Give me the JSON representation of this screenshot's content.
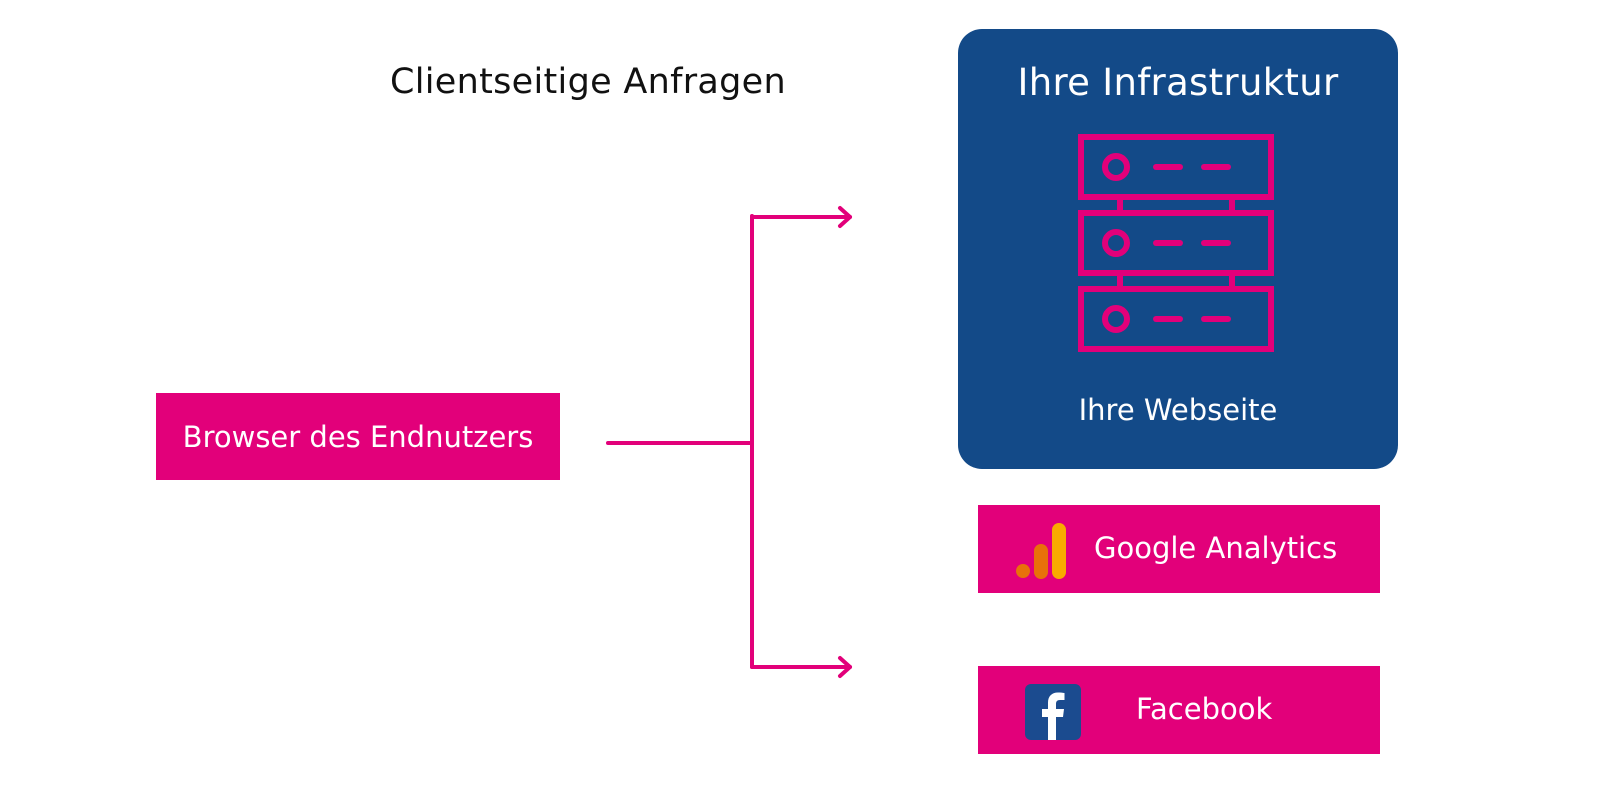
{
  "title": "Clientseitige Anfragen",
  "source": {
    "label": "Browser des Endnutzers"
  },
  "infrastructure": {
    "title": "Ihre Infrastruktur",
    "subtitle": "Ihre Webseite",
    "icon": "server-rack-icon"
  },
  "targets": [
    {
      "label": "Google Analytics",
      "icon": "google-analytics-icon"
    },
    {
      "label": "Facebook",
      "icon": "facebook-icon"
    }
  ],
  "colors": {
    "accent_pink": "#e2007a",
    "infra_blue": "#134a88",
    "ga_orange": "#e8710a",
    "ga_yellow": "#f9ab00",
    "facebook_blue": "#1b4b8f",
    "text_dark": "#111111",
    "text_light": "#ffffff"
  }
}
